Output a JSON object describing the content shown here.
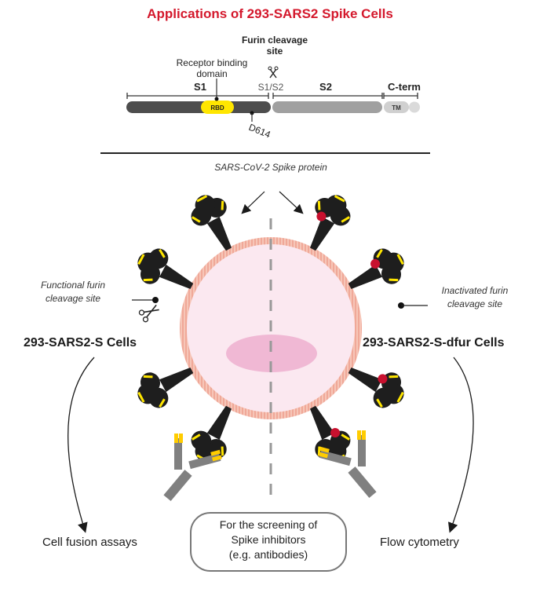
{
  "title": "Applications of 293-SARS2 Spike Cells",
  "domain_map": {
    "furin_label_line1": "Furin cleavage",
    "furin_label_line2": "site",
    "rbd_label_line1": "Receptor binding",
    "rbd_label_line2": "domain",
    "s1_label": "S1",
    "s1s2_label": "S1/S2",
    "s2_label": "S2",
    "cterm_label": "C-term",
    "rbd_tag": "RBD",
    "tm_tag": "TM",
    "d614_label": "D614",
    "colors": {
      "s1": "#4d4d4d",
      "s2": "#a0a0a0",
      "cterm": "#d0d0d0",
      "rbd": "#ffe600"
    }
  },
  "spike_caption": "SARS-CoV-2 Spike protein",
  "left": {
    "annotation_line1": "Functional furin",
    "annotation_line2": "cleavage site",
    "cell_name": "293-SARS2-S Cells",
    "application": "Cell fusion assays"
  },
  "right": {
    "annotation_line1": "Inactivated furin",
    "annotation_line2": "cleavage site",
    "cell_name": "293-SARS2-S-dfur Cells",
    "application": "Flow cytometry"
  },
  "center_box": {
    "line1": "For the screening of",
    "line2": "Spike inhibitors",
    "line3": "(e.g. antibodies)"
  },
  "colors": {
    "title": "#d4182c",
    "cell_membrane": "#f4b8a8",
    "cytoplasm": "#fbe8f0",
    "nucleus": "#f0b8d4",
    "spike": "#1e1e1e",
    "spike_band": "#ffe600",
    "mutation_dot": "#c8102e",
    "antibody": "#808080"
  }
}
